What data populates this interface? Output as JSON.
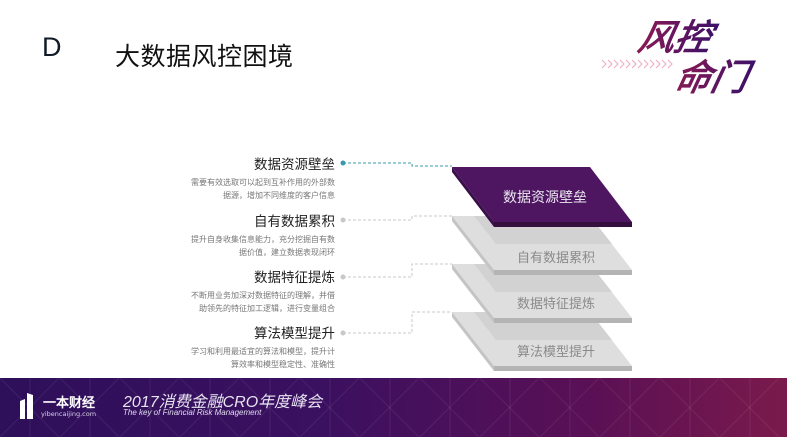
{
  "header": {
    "section_letter": "D",
    "title": "大数据风控困境",
    "brand_logo": {
      "line1": "风控",
      "line2": "命门",
      "colors": [
        "#7a1450",
        "#3a1060"
      ]
    }
  },
  "items": [
    {
      "heading": "数据资源壁垒",
      "desc_line1": "需要有效选取可以起到互补作用的外部数",
      "desc_line2": "据源，增加不同维度的客户信息",
      "layer_label": "数据资源壁垒",
      "active": true
    },
    {
      "heading": "自有数据累积",
      "desc_line1": "提升自身收集信息能力，充分挖掘自有数",
      "desc_line2": "据价值，建立数据表现闭环",
      "layer_label": "自有数据累积",
      "active": false
    },
    {
      "heading": "数据特征提炼",
      "desc_line1": "不断用业务加深对数据特征的理解，并借",
      "desc_line2": "助领先的特征加工逻辑，进行变量组合",
      "layer_label": "数据特征提炼",
      "active": false
    },
    {
      "heading": "算法模型提升",
      "desc_line1": "学习和利用最适宜的算法和模型，提升计",
      "desc_line2": "算效率和模型稳定性、准确性",
      "layer_label": "算法模型提升",
      "active": false
    }
  ],
  "colors": {
    "active_layer": "#4e1660",
    "active_connector": "#3a9aa8",
    "inactive_layer": "#d9d9d9",
    "inactive_connector": "#c8c8c8"
  },
  "footer": {
    "logo_text": "一本财经",
    "logo_url": "yibencaijing.com",
    "event_title": "2017消费金融CRO年度峰会",
    "event_subtitle": "The key of Financial Risk Management"
  }
}
